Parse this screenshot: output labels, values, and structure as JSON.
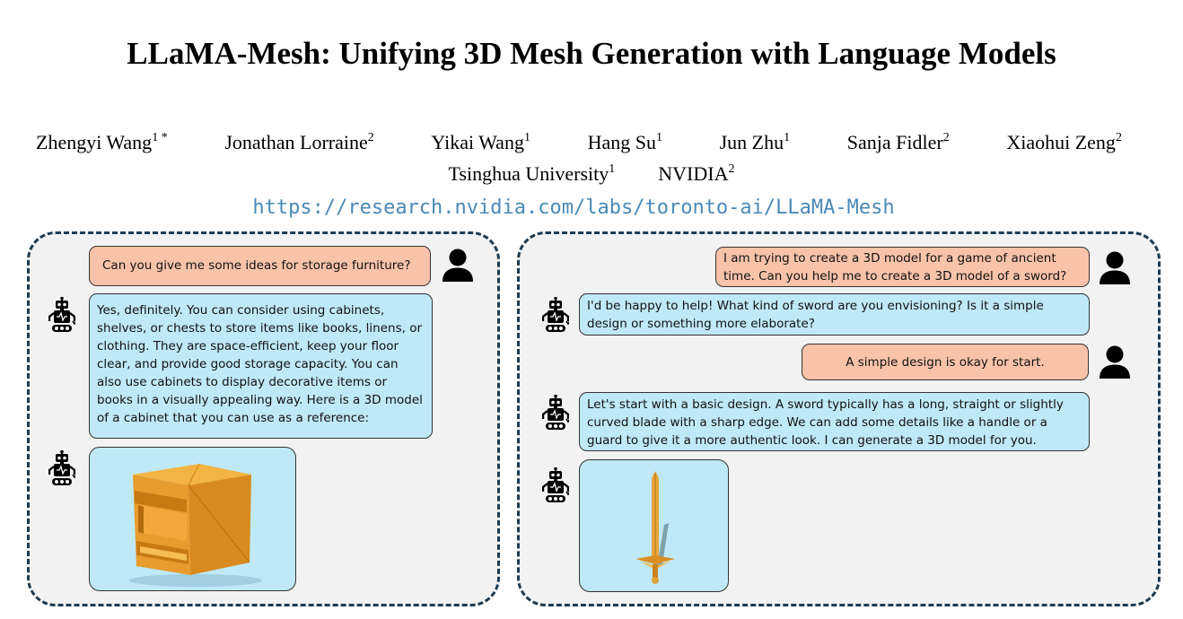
{
  "paper": {
    "title": "LLaMA-Mesh: Unifying 3D Mesh Generation with Language Models",
    "authors": [
      {
        "name": "Zhengyi Wang",
        "sup": "1 *"
      },
      {
        "name": "Jonathan Lorraine",
        "sup": "2"
      },
      {
        "name": "Yikai Wang",
        "sup": "1"
      },
      {
        "name": "Hang Su",
        "sup": "1"
      },
      {
        "name": "Jun Zhu",
        "sup": "1"
      },
      {
        "name": "Sanja Fidler",
        "sup": "2"
      },
      {
        "name": "Xiaohui Zeng",
        "sup": "2"
      }
    ],
    "affiliations": [
      {
        "name": "Tsinghua University",
        "sup": "1"
      },
      {
        "name": "NVIDIA",
        "sup": "2"
      }
    ],
    "url": "https://research.nvidia.com/labs/toronto-ai/LLaMA-Mesh"
  },
  "left_chat": {
    "user_message": "Can you give me some ideas for storage furniture?",
    "bot_message": "Yes, definitely. You can consider using cabinets, shelves, or chests to store items like books, linens, or clothing. They are space-efficient, keep your floor clear, and provide good storage capacity. You can also use cabinets to display decorative items or books in a visually appealing way. Here is a 3D model of a cabinet that you can use as a reference:",
    "model_icon": "cabinet-3d-model"
  },
  "right_chat": {
    "user_message_1": "I am trying to create a 3D model for a game of ancient time. Can you help me to create a 3D model of a sword?",
    "bot_message_1": "I'd be happy to help! What kind of sword are you envisioning? Is it a simple design or something more elaborate?",
    "user_message_2": "A simple design is okay for start.",
    "bot_message_2": "Let's start with a basic design. A sword typically has a long, straight or slightly curved blade with a sharp edge. We can add some details like a handle or a guard to give it a more authentic look. I can generate a 3D model for you.",
    "model_icon": "sword-3d-model"
  },
  "colors": {
    "user_bubble": "#f9c3a9",
    "bot_bubble": "#bfe9f6",
    "panel_background": "#f2f2f2",
    "panel_border": "#1e3a4f",
    "url": "#4a8ab5"
  }
}
